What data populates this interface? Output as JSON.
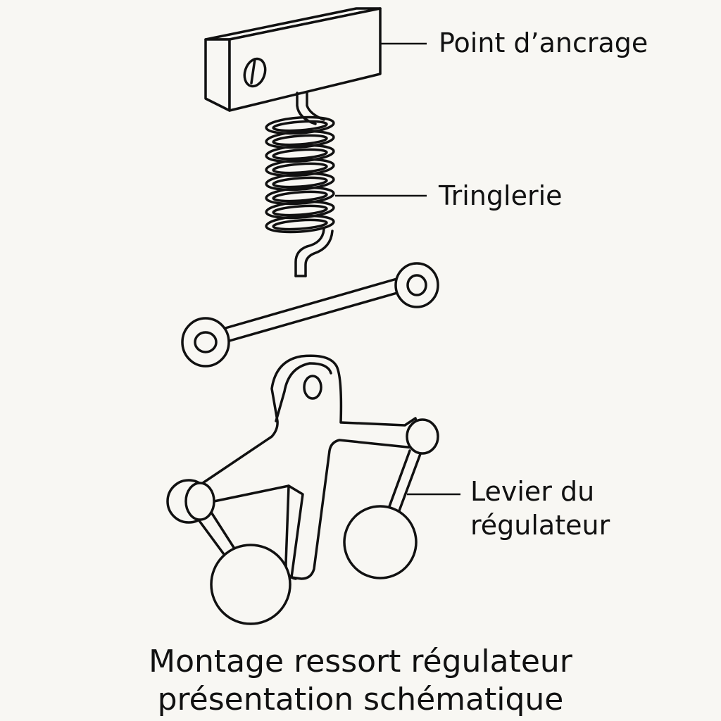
{
  "labels": {
    "anchor_point": "Point d’ancrage",
    "linkage": "Tringlerie",
    "governor_lever_line1": "Levier du",
    "governor_lever_line2": "régulateur"
  },
  "caption": {
    "line1": "Montage ressort régulateur",
    "line2": "présentation schématique"
  }
}
